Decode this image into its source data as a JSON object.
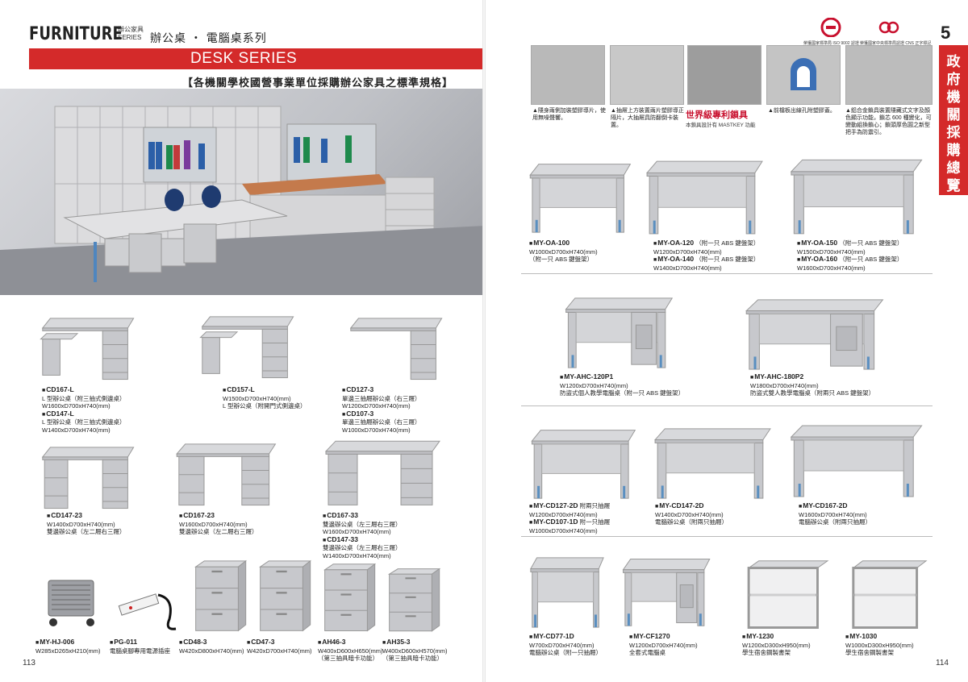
{
  "header": {
    "brand": "FURNITURE",
    "brand_sub_line1": "辦公家具",
    "brand_sub_line2": "SERIES",
    "series_title": "辦公桌 ・ 電腦桌系列",
    "banner": "DESK SERIES",
    "subtitle": "【各機關學校國營事業單位採購辦公家具之標準規格】"
  },
  "colors": {
    "accent": "#d42a2a",
    "furniture": "#c7c8cc",
    "top": "#d8d9dc",
    "leg": "#5a8fc0"
  },
  "left_products": [
    {
      "code": "CD167-L",
      "lines": [
        "L 型辦公桌（附三抽式側邊桌）",
        "W1600xD700xH740(mm)"
      ],
      "code2": "CD147-L",
      "lines2": [
        "L 型辦公桌（附三抽式側邊桌）",
        "W1400xD700xH740(mm)"
      ]
    },
    {
      "code": "CD157-L",
      "lines": [
        "W1500xD700xH740(mm)",
        "L 型辦公桌（附開門式側邊桌）"
      ]
    },
    {
      "code": "CD127-3",
      "lines": [
        "單邊三抽屜辦公桌（右三屜）",
        "W1200xD700xH740(mm)"
      ],
      "code2": "CD107-3",
      "lines2": [
        "單邊三抽屜辦公桌（右三屜）",
        "W1000xD700xH740(mm)"
      ]
    },
    {
      "code": "CD147-23",
      "lines": [
        "W1400xD700xH740(mm)",
        "雙邊辦公桌（左二屜右三屜）"
      ]
    },
    {
      "code": "CD167-23",
      "lines": [
        "W1600xD700xH740(mm)",
        "雙邊辦公桌（左二屜右三屜）"
      ]
    },
    {
      "code": "CD167-33",
      "lines": [
        "雙邊辦公桌（左三屜右三屜）",
        "W1600xD700xH740(mm)"
      ],
      "code2": "CD147-33",
      "lines2": [
        "雙邊辦公桌（左三屜右三屜）",
        "W1400xD700xH740(mm)"
      ]
    },
    {
      "code": "MY-HJ-006",
      "lines": [
        "W285xD265xH210(mm)"
      ]
    },
    {
      "code": "PG-011",
      "lines": [
        "電腦桌腳專用電源插座"
      ]
    },
    {
      "code": "CD48-3",
      "lines": [
        "W420xD800xH740(mm)"
      ]
    },
    {
      "code": "CD47-3",
      "lines": [
        "W420xD700xH740(mm)"
      ]
    },
    {
      "code": "AH46-3",
      "lines": [
        "W400xD600xH650(mm)",
        "（第三抽具暗卡功能）"
      ]
    },
    {
      "code": "AH35-3",
      "lines": [
        "W400xD600xH570(mm)",
        "（第三抽具暗卡功能）"
      ]
    }
  ],
  "right_details": [
    "▲隱身兩側加裝塑膠導片，使用無噪聲響。",
    "▲抽屜上方裝置兩片塑膠導正隔片，大抽屜具防翻倒卡裝置。",
    "▲前檔板出線孔附塑膠蓋。",
    "▲鋁合金鎖具裝置隱藏式文字及顏色顯示功能，鎖芯 600 種變化，可變動組換鎖心；鎖頭厚色圓之新型把手為防震引。"
  ],
  "patent": {
    "title": "世界級專利鎖具",
    "sub": "本鎖具設計有 MASTKEY 功能"
  },
  "certs": [
    "榮獲國家標準局 ISO 9002 認證",
    "榮獲國家中央標準局認證 CNS 正字標記"
  ],
  "side_tab": "政府機關採購總覽",
  "section_number": "5",
  "right_products": [
    {
      "code": "MY-OA-100",
      "lines": [
        "W1000xD700xH740(mm)",
        "（附一只 ABS 鍵盤架）"
      ]
    },
    {
      "code": "MY-OA-120",
      "suffix": "（附一只 ABS 鍵盤架）",
      "lines": [
        "W1200xD700xH740(mm)"
      ],
      "code2": "MY-OA-140",
      "suffix2": "（附一只 ABS 鍵盤架）",
      "lines2": [
        "W1400xD700xH740(mm)"
      ]
    },
    {
      "code": "MY-OA-150",
      "suffix": "（附一只 ABS 鍵盤架）",
      "lines": [
        "W1500xD700xH740(mm)"
      ],
      "code2": "MY-OA-160",
      "suffix2": "（附一只 ABS 鍵盤架）",
      "lines2": [
        "W1600xD700xH740(mm)"
      ]
    },
    {
      "code": "MY-AHC-120P1",
      "lines": [
        "W1200xD700xH740(mm)",
        "防盜式個人教學電腦桌（附一只 ABS 鍵盤架）"
      ]
    },
    {
      "code": "MY-AHC-180P2",
      "lines": [
        "W1800xD700xH740(mm)",
        "防盜式雙人教學電腦桌（附兩只 ABS 鍵盤架）"
      ]
    },
    {
      "code": "MY-CD127-2D",
      "suffix": "附兩只抽屜",
      "lines": [
        "W1200xD700xH740(mm)"
      ],
      "code2": "MY-CD107-1D",
      "suffix2": "附一只抽屜",
      "lines2": [
        "W1000xD700xH740(mm)"
      ]
    },
    {
      "code": "MY-CD147-2D",
      "lines": [
        "W1400xD700xH740(mm)",
        "電腦辦公桌（附兩只抽屜）"
      ]
    },
    {
      "code": "MY-CD167-2D",
      "lines": [
        "W1600xD700xH740(mm)",
        "電腦辦公桌（附兩只抽屜）"
      ]
    },
    {
      "code": "MY-CD77-1D",
      "lines": [
        "W700xD700xH740(mm)",
        "電腦辦公桌（附一只抽屜）"
      ]
    },
    {
      "code": "MY-CF1270",
      "lines": [
        "W1200xD700xH740(mm)",
        "全套式電腦桌"
      ]
    },
    {
      "code": "MY-1230",
      "lines": [
        "W1200xD300xH950(mm)",
        "學生宿舍鋼製書架"
      ]
    },
    {
      "code": "MY-1030",
      "lines": [
        "W1000xD300xH950(mm)",
        "學生宿舍鋼製書架"
      ]
    }
  ],
  "page_numbers": {
    "left": "113",
    "right": "114"
  }
}
